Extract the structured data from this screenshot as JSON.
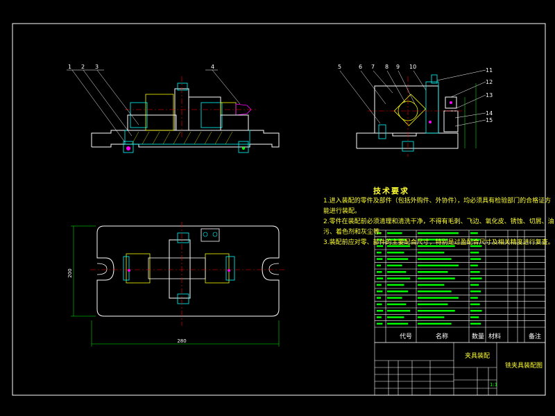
{
  "technical_requirements": {
    "title": "技术要求",
    "items": [
      "1.进入装配的零件及部件（包括外购件、外协件），均必须具有检验部门的合格证方能进行装配。",
      "2.零件在装配前必须清理和清洗干净，不得有毛刺、飞边、氧化皮、锈蚀、切屑、油污、着色剂和灰尘等。",
      "3.装配前应对零、部件的主要配合尺寸，特别是过盈配合尺寸及相关精度进行复查。"
    ]
  },
  "balloons_front": [
    "1",
    "2",
    "3",
    "4"
  ],
  "balloons_side": [
    "5",
    "6",
    "7",
    "8",
    "9",
    "10",
    "11",
    "12",
    "13",
    "14",
    "15"
  ],
  "dimension_plan_width": "280",
  "dimension_plan_height": "200",
  "title_block": {
    "code_header": "代号",
    "name_header": "名称",
    "qty_header": "数量",
    "material_header": "材料",
    "remark_header": "备注",
    "assembly_name": "夹具装配",
    "drawing_title": "铣夹具装配图",
    "scale": "1:1"
  },
  "colors": {
    "background": "#000000",
    "outline": "#ffffff",
    "parts": "#00ffff",
    "centerline": "#ff0000",
    "notes": "#ffff33",
    "table_text": "#00ff00",
    "hatch": "#ff00ff"
  }
}
